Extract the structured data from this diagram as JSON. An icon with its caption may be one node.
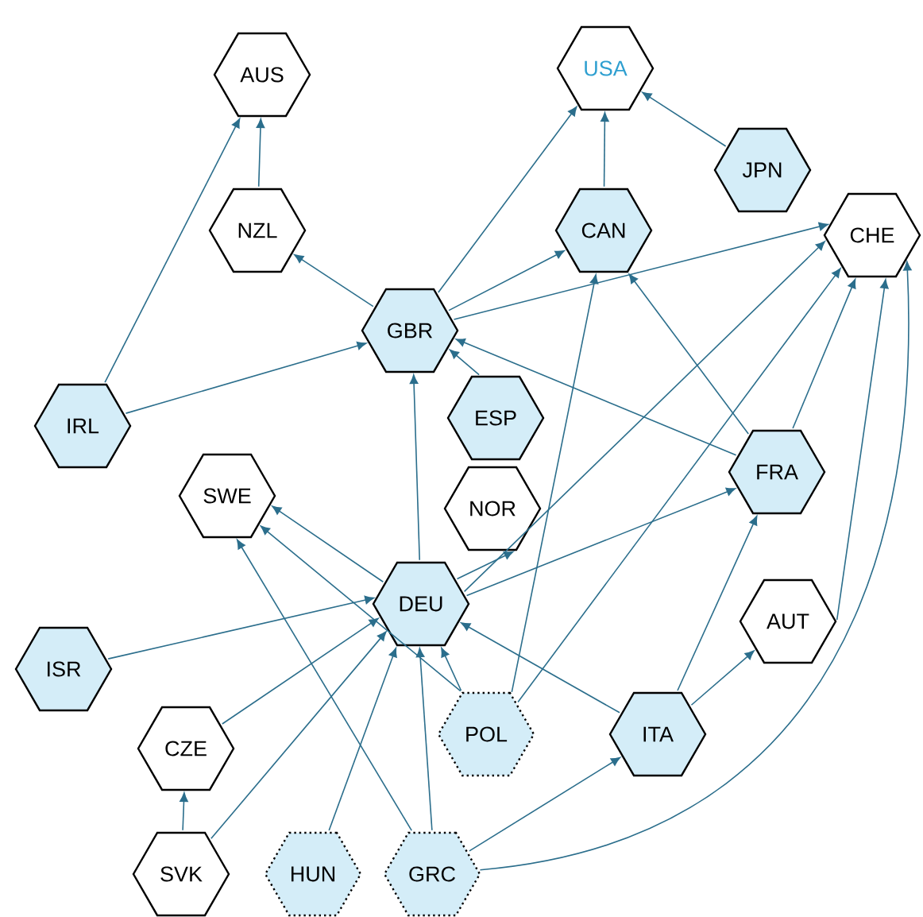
{
  "diagram": {
    "nodes": [
      {
        "text": [
          "AUS"
        ]
      },
      {
        "text": [
          "USA"
        ]
      },
      {
        "text": [
          "NZL"
        ]
      },
      {
        "text": [
          "CAN"
        ]
      },
      {
        "text": [
          "JPN"
        ]
      },
      {
        "text": [
          "CHE"
        ]
      },
      {
        "text": [
          "GBR"
        ]
      },
      {
        "text": [
          "IRL"
        ]
      },
      {
        "text": [
          "ESP"
        ]
      },
      {
        "text": [
          "FRA"
        ]
      },
      {
        "text": [
          "SWE"
        ]
      },
      {
        "text": [
          "NOR"
        ]
      },
      {
        "text": [
          "DEU"
        ]
      },
      {
        "text": [
          "AUT"
        ]
      },
      {
        "text": [
          "ISR"
        ]
      },
      {
        "text": [
          "CZE"
        ]
      },
      {
        "text": [
          "POL"
        ]
      },
      {
        "text": [
          "ITA"
        ]
      },
      {
        "text": [
          "SVK"
        ]
      },
      {
        "text": [
          "HUN"
        ]
      },
      {
        "text": [
          "GRC"
        ]
      }
    ],
    "edges": [
      {
        "from": 2,
        "to": 0,
        "arrow": "to"
      },
      {
        "from": 7,
        "to": 0,
        "arrow": "to"
      },
      {
        "from": 7,
        "to": 6,
        "arrow": "to"
      },
      {
        "from": 6,
        "to": 2,
        "arrow": "to"
      },
      {
        "from": 6,
        "to": 1,
        "arrow": "to"
      },
      {
        "from": 3,
        "to": 1,
        "arrow": "to"
      },
      {
        "from": 4,
        "to": 1,
        "arrow": "to"
      },
      {
        "from": 6,
        "to": 3,
        "arrow": "to"
      },
      {
        "from": 6,
        "to": 5,
        "arrow": "to"
      },
      {
        "from": 8,
        "to": 6,
        "arrow": "to"
      },
      {
        "from": 9,
        "to": 6,
        "arrow": "to"
      },
      {
        "from": 9,
        "to": 3,
        "arrow": "to"
      },
      {
        "from": 9,
        "to": 5,
        "arrow": "to"
      },
      {
        "from": 12,
        "to": 6,
        "arrow": "to"
      },
      {
        "from": 16,
        "to": 3,
        "arrow": "to"
      },
      {
        "from": 12,
        "to": 5,
        "arrow": "to"
      },
      {
        "from": 16,
        "to": 5,
        "arrow": "to"
      },
      {
        "from": 13,
        "to": 5,
        "arrow": "to"
      },
      {
        "from": 20,
        "to": 5,
        "arrow": "to"
      },
      {
        "from": 12,
        "to": 9,
        "arrow": "to"
      },
      {
        "from": 12,
        "to": 11,
        "arrow": "to"
      },
      {
        "from": 12,
        "to": 10,
        "arrow": "to"
      },
      {
        "from": 16,
        "to": 10,
        "arrow": "to"
      },
      {
        "from": 20,
        "to": 10,
        "arrow": "to"
      },
      {
        "from": 14,
        "to": 12,
        "arrow": "to"
      },
      {
        "from": 15,
        "to": 12,
        "arrow": "to"
      },
      {
        "from": 18,
        "to": 12,
        "arrow": "to"
      },
      {
        "from": 19,
        "to": 12,
        "arrow": "to"
      },
      {
        "from": 20,
        "to": 12,
        "arrow": "to"
      },
      {
        "from": 16,
        "to": 12,
        "arrow": "to"
      },
      {
        "from": 17,
        "to": 12,
        "arrow": "to"
      },
      {
        "from": 17,
        "to": 9,
        "arrow": "to"
      },
      {
        "from": 17,
        "to": 13,
        "arrow": "to"
      },
      {
        "from": 20,
        "to": 17,
        "arrow": "to"
      },
      {
        "from": 18,
        "to": 15,
        "arrow": "to"
      }
    ]
  }
}
